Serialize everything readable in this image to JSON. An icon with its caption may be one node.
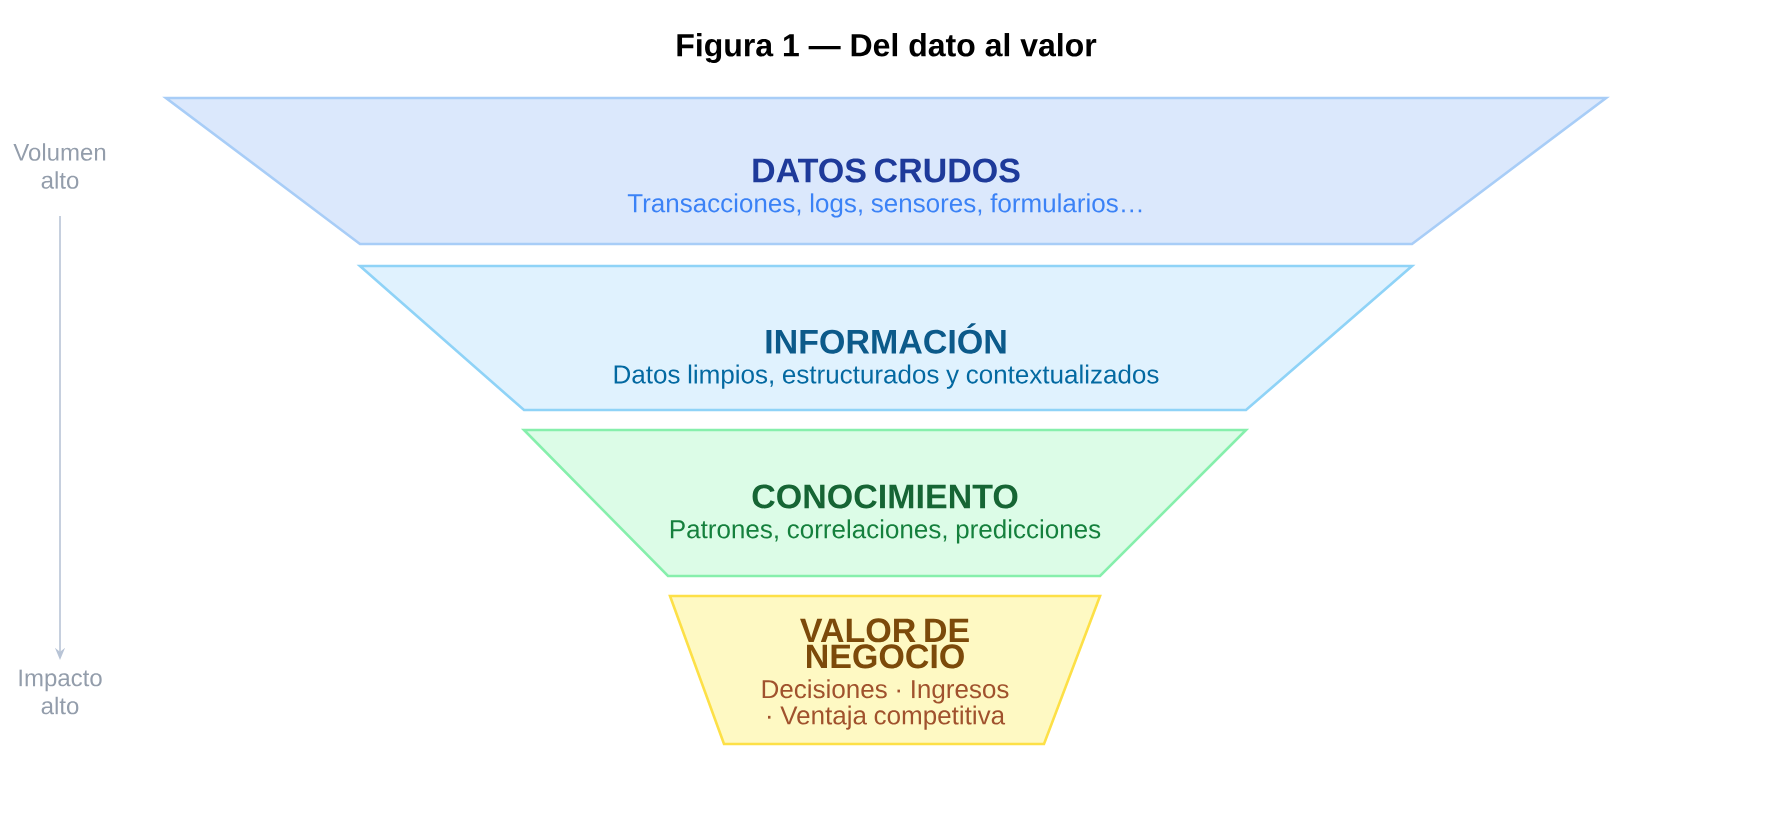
{
  "diagram": {
    "title": "Figura 1 — Del dato al valor",
    "nodes": [
      {
        "text": [
          "DATOS CRUDOS",
          "Transacciones, logs, sensores, formularios…"
        ]
      },
      {
        "text": [
          "INFORMACIÓN",
          "Datos limpios, estructurados y contextualizados"
        ]
      },
      {
        "text": [
          "CONOCIMIENTO",
          "Patrones, correlaciones, predicciones"
        ]
      },
      {
        "text": [
          "VALOR DE NEGOCIO",
          "Decisiones · Ingresos · Ventaja competitiva"
        ]
      }
    ],
    "labels": [
      "Volumen alto",
      "Impacto alto"
    ]
  }
}
